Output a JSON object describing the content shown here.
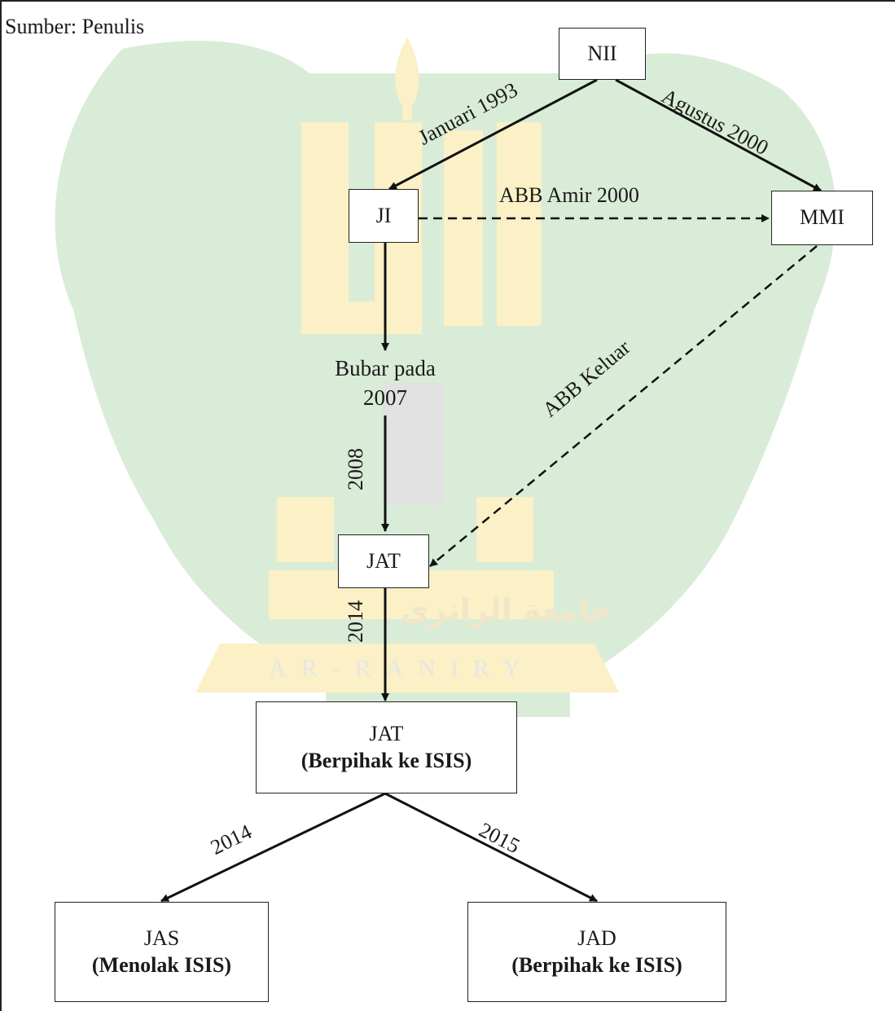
{
  "source": "Sumber: Penulis",
  "watermark": {
    "arabic_text": "جامعة الرانري",
    "latin_text": "AR-RANIRY",
    "colors": {
      "green": "#d9ecd7",
      "yellow": "#fbf0c6",
      "grey": "#e2e2e2"
    }
  },
  "nodes": {
    "nii": {
      "label": "NII"
    },
    "ji": {
      "label": "JI"
    },
    "mmi": {
      "label": "MMI"
    },
    "bubar": {
      "line1": "Bubar pada",
      "line2": "2007"
    },
    "jat": {
      "label": "JAT"
    },
    "jat_isis": {
      "line1": "JAT",
      "line2": "(Berpihak ke ISIS)"
    },
    "jas": {
      "line1": "JAS",
      "line2": "(Menolak ISIS)"
    },
    "jad": {
      "line1": "JAD",
      "line2": "(Berpihak ke ISIS)"
    }
  },
  "edges": {
    "nii_ji": "Januari 1993",
    "nii_mmi": "Agustus 2000",
    "ji_mmi": "ABB Amir 2000",
    "mmi_jat": "ABB Keluar",
    "bubar_jat": "2008",
    "jat_jatisis": "2014",
    "jatisis_jas": "2014",
    "jatisis_jad": "2015"
  }
}
